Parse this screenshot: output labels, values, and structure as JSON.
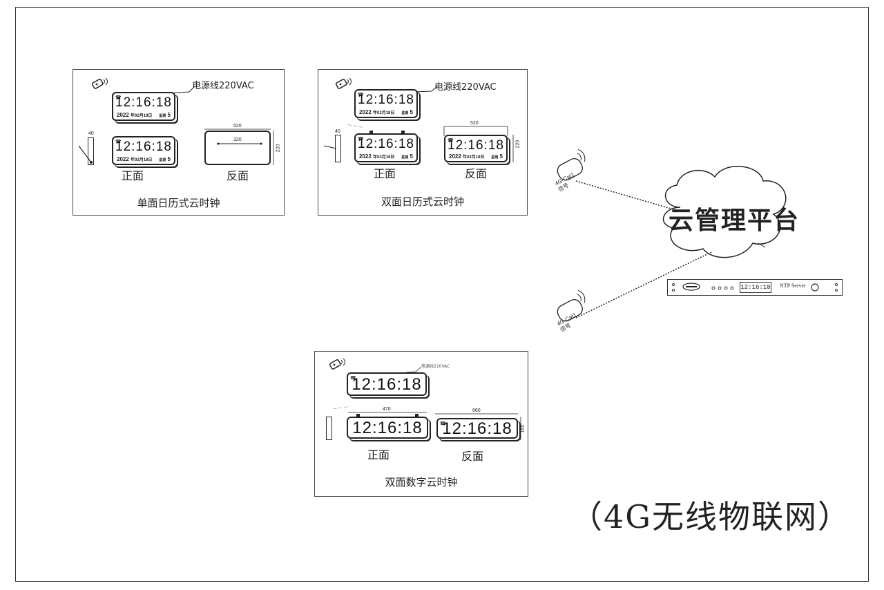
{
  "panels": {
    "single": {
      "caption": "单面日历式云时钟",
      "power_label": "电源线220VAC",
      "clock_time": "12:16:18",
      "year": "2022",
      "date_mid": "年02月18日",
      "week_label": "星期",
      "week_num": "5",
      "front_label": "正面",
      "back_label": "反面",
      "dim_width": "520",
      "dim_inner": "320",
      "dim_height": "220",
      "side_dim": "40"
    },
    "double": {
      "caption": "双面日历式云时钟",
      "power_label": "电源线220VAC",
      "clock_time": "12:16:18",
      "year": "2022",
      "date_mid": "年02月18日",
      "week_label": "星期",
      "week_num": "5",
      "front_label": "正面",
      "back_label": "反面",
      "dim_width": "520",
      "dim_height": "220",
      "side_dim": "40"
    },
    "digital": {
      "caption": "双面数字云时钟",
      "power_label": "电源线220VAC",
      "clock_time": "12:16:18",
      "front_label": "正面",
      "back_label": "反面",
      "dim_width_front": "470",
      "dim_width_back": "660",
      "dim_height": "180"
    }
  },
  "network": {
    "cloud_label": "云管理平台",
    "modem_top": {
      "line1": "4G-Cat1",
      "line2": "信号"
    },
    "modem_bottom": {
      "line1": "4G-Cat1",
      "line2": "信号"
    },
    "ntp_server": {
      "display": "12:16:18",
      "title": "NTP Server"
    }
  },
  "footer": "（4G无线物联网）",
  "icons": [
    "remote-control-icon",
    "wifi-signal-icon",
    "cloud-icon",
    "antenna-modem-icon",
    "ntp-server-logo-icon"
  ],
  "colors": {
    "line": "#222222",
    "background": "#ffffff"
  }
}
